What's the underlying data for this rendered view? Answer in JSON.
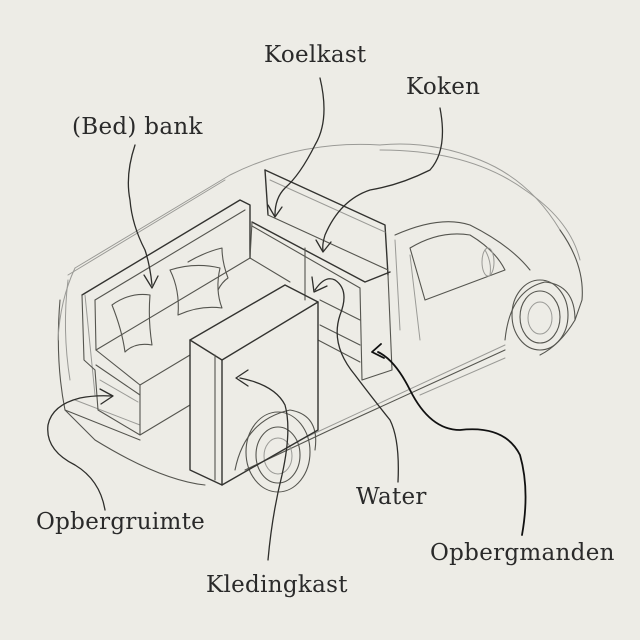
{
  "labels": {
    "koelkast": "Koelkast",
    "koken": "Koken",
    "bedbank": "(Bed) bank",
    "opbergruimte": "Opbergruimte",
    "water": "Water",
    "opbergmanden": "Opbergmanden",
    "kledingkast": "Kledingkast"
  },
  "colors": {
    "background": "#edece6",
    "ink": "#2a2a2a"
  }
}
